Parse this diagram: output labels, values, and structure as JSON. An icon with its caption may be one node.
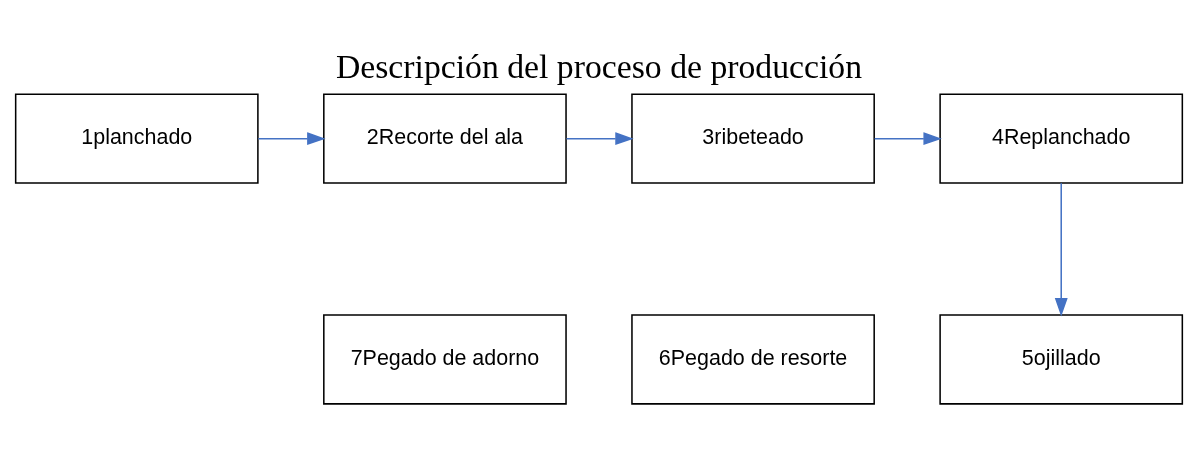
{
  "diagram": {
    "title": "Descripción del proceso de producción",
    "nodes": [
      {
        "text": [
          "1planchado"
        ]
      },
      {
        "text": [
          "2Recorte del ala"
        ]
      },
      {
        "text": [
          "3ribeteado"
        ]
      },
      {
        "text": [
          "4Replanchado"
        ]
      },
      {
        "text": [
          "5ojillado"
        ]
      },
      {
        "text": [
          "6Pegado de resorte"
        ]
      },
      {
        "text": [
          "7Pegado de adorno"
        ]
      }
    ],
    "edges": [
      {
        "from": 0,
        "to": 1,
        "arrow": "to"
      },
      {
        "from": 1,
        "to": 2,
        "arrow": "to"
      },
      {
        "from": 2,
        "to": 3,
        "arrow": "to"
      },
      {
        "from": 3,
        "to": 4,
        "arrow": "to"
      }
    ]
  }
}
